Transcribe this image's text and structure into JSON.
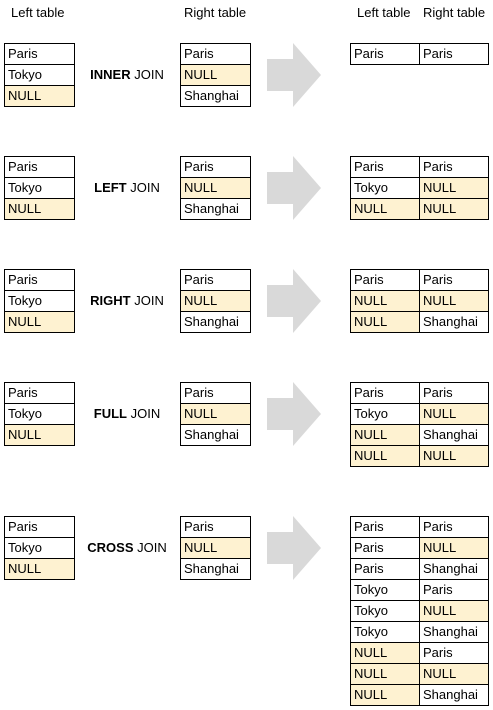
{
  "headers": {
    "left_table": "Left table",
    "right_table": "Right table",
    "result_left": "Left table",
    "result_right": "Right table"
  },
  "colors": {
    "null_fill": "#fef2d1",
    "arrow": "#d9d9d9",
    "border": "#000000"
  },
  "left_values": [
    "Paris",
    "Tokyo",
    "NULL"
  ],
  "right_values": [
    "Paris",
    "NULL",
    "Shanghai"
  ],
  "join_suffix": "JOIN",
  "joins": [
    {
      "keyword": "INNER",
      "result": [
        [
          "Paris",
          "Paris"
        ]
      ]
    },
    {
      "keyword": "LEFT",
      "result": [
        [
          "Paris",
          "Paris"
        ],
        [
          "Tokyo",
          "NULL"
        ],
        [
          "NULL",
          "NULL"
        ]
      ]
    },
    {
      "keyword": "RIGHT",
      "result": [
        [
          "Paris",
          "Paris"
        ],
        [
          "NULL",
          "NULL"
        ],
        [
          "NULL",
          "Shanghai"
        ]
      ]
    },
    {
      "keyword": "FULL",
      "result": [
        [
          "Paris",
          "Paris"
        ],
        [
          "Tokyo",
          "NULL"
        ],
        [
          "NULL",
          "Shanghai"
        ],
        [
          "NULL",
          "NULL"
        ]
      ]
    },
    {
      "keyword": "CROSS",
      "result": [
        [
          "Paris",
          "Paris"
        ],
        [
          "Paris",
          "NULL"
        ],
        [
          "Paris",
          "Shanghai"
        ],
        [
          "Tokyo",
          "Paris"
        ],
        [
          "Tokyo",
          "NULL"
        ],
        [
          "Tokyo",
          "Shanghai"
        ],
        [
          "NULL",
          "Paris"
        ],
        [
          "NULL",
          "NULL"
        ],
        [
          "NULL",
          "Shanghai"
        ]
      ]
    }
  ]
}
